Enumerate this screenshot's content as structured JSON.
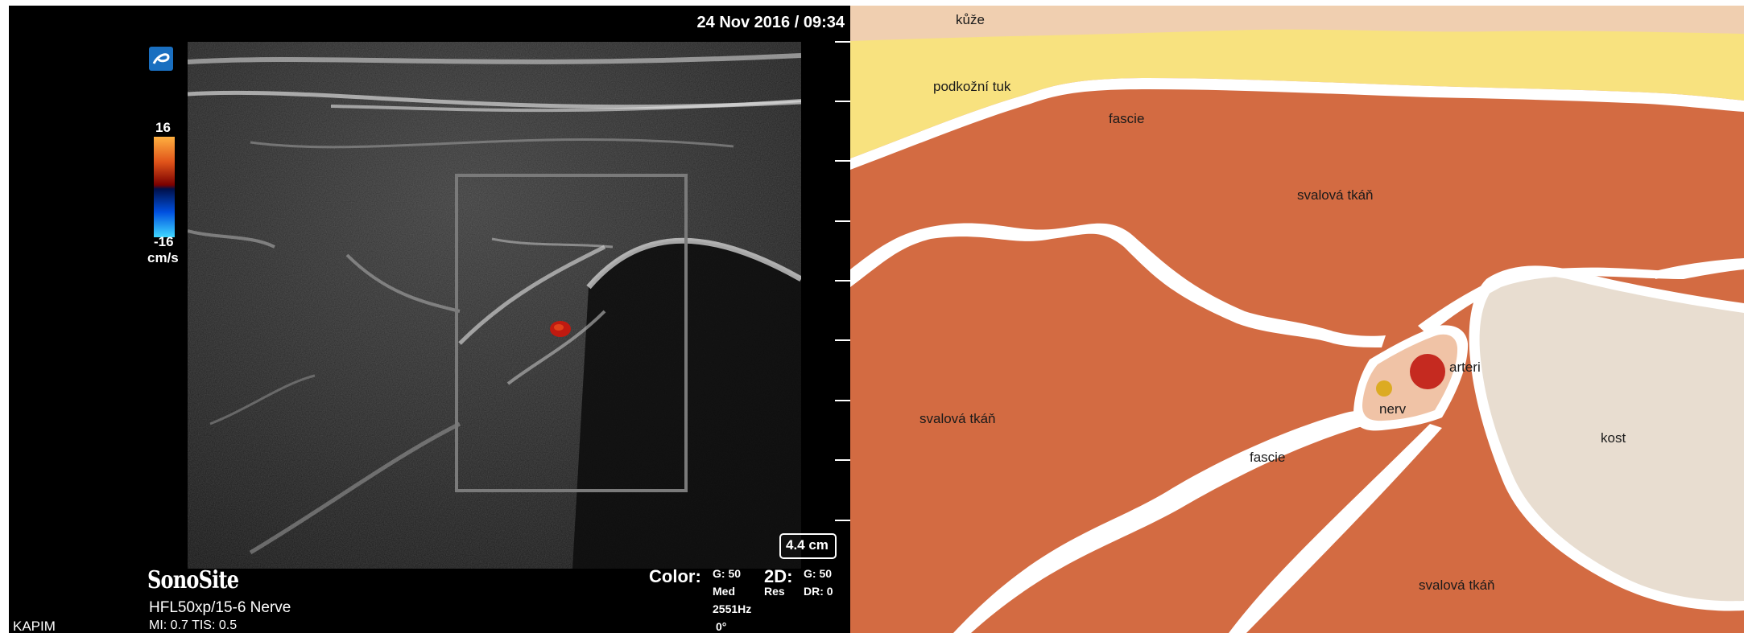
{
  "ultrasound": {
    "datetime": "24 Nov 2016 / 09:34",
    "color_scale": {
      "max": "16",
      "min": "-16",
      "unit": "cm/s"
    },
    "depth": "4.4 cm",
    "brand": "SonoSite",
    "transducer": "HFL50xp/15-6  Nerve",
    "indices": "MI: 0.7  TIS: 0.5",
    "institution": "KAPIM",
    "color_mode": {
      "title": "Color:",
      "gain": "G: 50",
      "setting": "Med",
      "prf": "2551Hz",
      "angle": "0°"
    },
    "mode_2d": {
      "title": "2D:",
      "gain": "G: 50",
      "res": "Res",
      "dr": "DR: 0"
    },
    "icon": "sonosite-logo-icon"
  },
  "diagram": {
    "labels": {
      "skin": "kůže",
      "fat": "podkožní tuk",
      "fascia_top": "fascie",
      "muscle_top": "svalová tkáň",
      "muscle_left": "svalová tkáň",
      "fascia_bottom": "fascie",
      "muscle_bottom": "svalová tkáň",
      "artery": "arteri",
      "nerve": "nerv",
      "bone": "kost"
    },
    "colors": {
      "skin": "#f0cfb0",
      "fat": "#f8e27f",
      "muscle": "#d36b42",
      "fascia": "#ffffff",
      "sheath": "#f0c3a6",
      "artery": "#c52a20",
      "nerve": "#dcab22",
      "bone": "#e8ddd0"
    }
  }
}
